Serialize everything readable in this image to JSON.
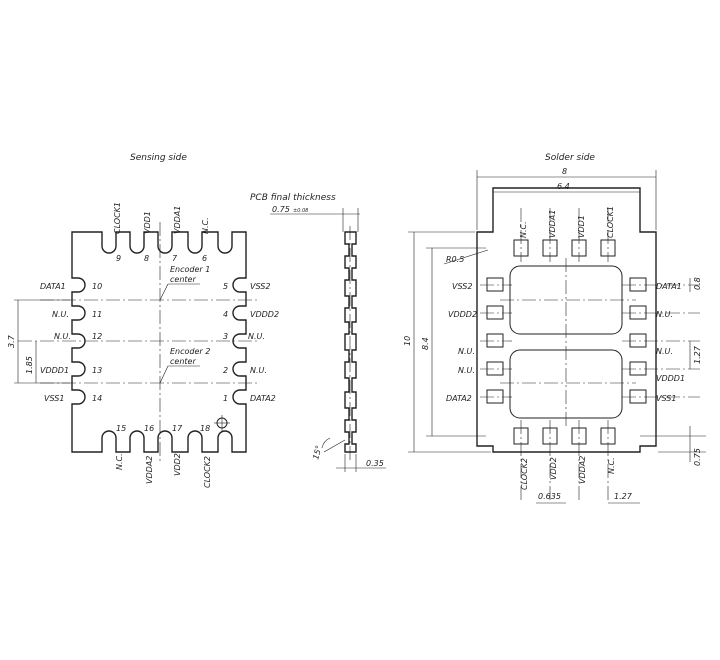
{
  "views": {
    "sensing_title": "Sensing side",
    "solder_title": "Solder side"
  },
  "pcb": {
    "label": "PCB final thickness",
    "thickness": "0.75",
    "tolerance": "±0.08",
    "edge_thickness": "0.35",
    "chamfer_angle": "15°"
  },
  "sensing": {
    "top_pins": [
      {
        "name": "CLOCK1",
        "num": "9"
      },
      {
        "name": "VDD1",
        "num": "8"
      },
      {
        "name": "VDDA1",
        "num": "7"
      },
      {
        "name": "N.C.",
        "num": "6"
      }
    ],
    "left_pins": [
      {
        "name": "DATA1",
        "num": "10"
      },
      {
        "name": "N.U.",
        "num": "11"
      },
      {
        "name": "N.U.",
        "num": "12"
      },
      {
        "name": "VDDD1",
        "num": "13"
      },
      {
        "name": "VSS1",
        "num": "14"
      }
    ],
    "right_pins": [
      {
        "name": "VSS2",
        "num": "5"
      },
      {
        "name": "VDDD2",
        "num": "4"
      },
      {
        "name": "N.U.",
        "num": "3"
      },
      {
        "name": "N.U.",
        "num": "2"
      },
      {
        "name": "DATA2",
        "num": "1"
      }
    ],
    "bottom_pins": [
      {
        "name": "N.C.",
        "num": "15"
      },
      {
        "name": "VDDA2",
        "num": "16"
      },
      {
        "name": "VDD2",
        "num": "17"
      },
      {
        "name": "CLOCK2",
        "num": "18"
      }
    ],
    "encoder1_line1": "Encoder 1",
    "encoder1_line2": "center",
    "encoder2_line1": "Encoder 2",
    "encoder2_line2": "center",
    "dim_outer": "3.7",
    "dim_inner": "1.85"
  },
  "solder": {
    "top_pins": [
      "N.C.",
      "VDDA1",
      "VDD1",
      "CLOCK1"
    ],
    "left_pins": [
      "VSS2",
      "VDDD2",
      "N.U.",
      "N.U.",
      "DATA2"
    ],
    "right_pins": [
      "DATA1",
      "N.U.",
      "N.U.",
      "VDDD1",
      "VSS1"
    ],
    "bottom_pins": [
      "CLOCK2",
      "VDD2",
      "VDDA2",
      "N.C."
    ],
    "dim_width": "8",
    "dim_inner_width": "6.4",
    "dim_height": "10",
    "dim_inner_height": "8.4",
    "dim_radius": "R0.5",
    "dim_pad": "0.8",
    "dim_pitch_v": "1.27",
    "dim_edge": "0.75",
    "dim_offset": "0.635",
    "dim_pitch_h": "1.27"
  }
}
